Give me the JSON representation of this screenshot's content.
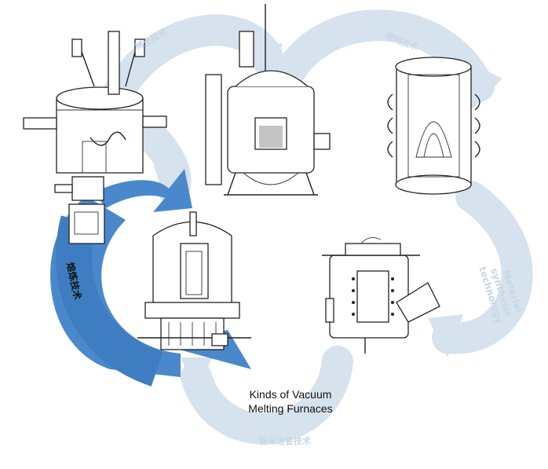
{
  "diagram": {
    "caption_line1": "Kinds of Vacuum",
    "caption_line2": "Melting Furnaces",
    "labels": {
      "rare_earth": "稀土技术",
      "purification": "提纯技术",
      "material_synthesis_1": "Material",
      "material_synthesis_2": "synthesis",
      "material_synthesis_3": "technology",
      "powder_metallurgy": "粉末冶金技术",
      "smelting": "熔炼技术"
    },
    "colors": {
      "faint_arrow": "#d6e2ee",
      "blue_arrow": "#4a88cc",
      "line": "#222222"
    }
  }
}
